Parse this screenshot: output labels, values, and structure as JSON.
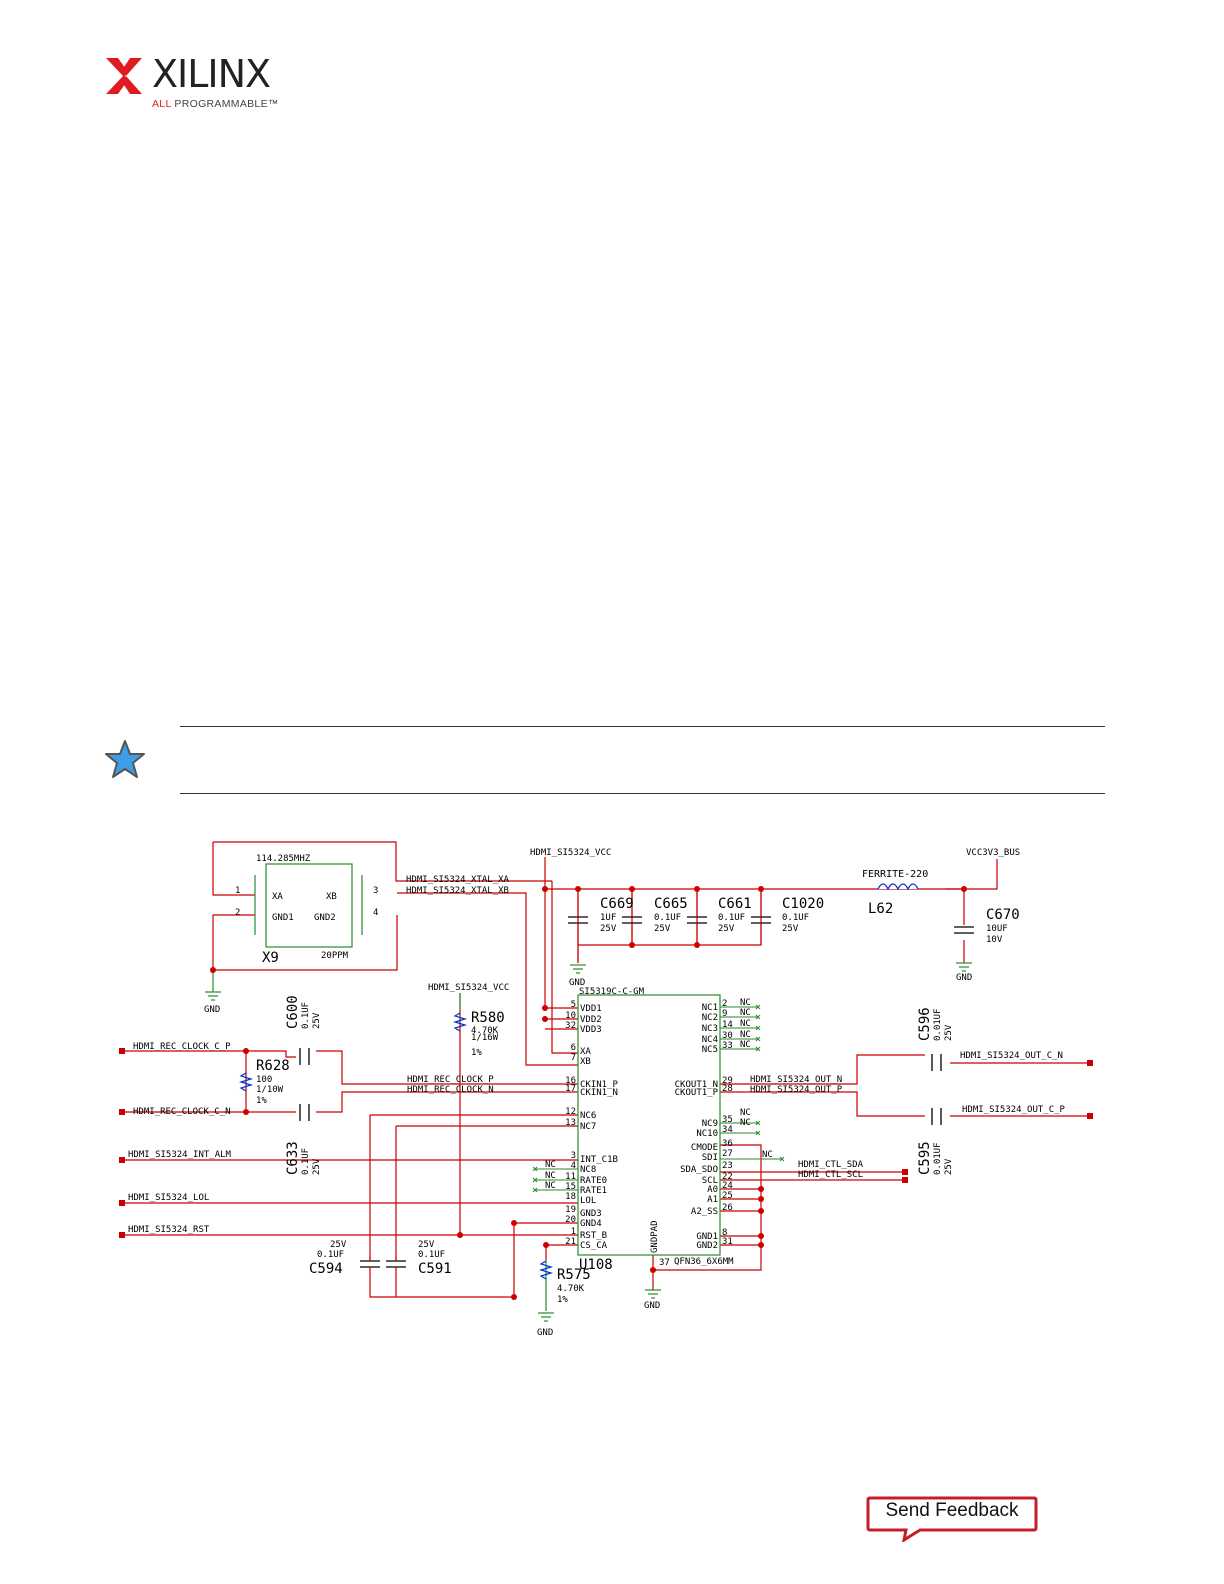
{
  "header": {
    "brand": "XILINX",
    "tagline_prefix": "ALL",
    "tagline_rest": " PROGRAMMABLE",
    "tagline_mark": "™"
  },
  "feedback": {
    "label": "Send Feedback"
  },
  "colors": {
    "wire": "#cc0000",
    "net_green": "#2a8a2a",
    "brand_red": "#e11b22",
    "note_star": "#3d9ee5"
  },
  "schematic": {
    "crystal": {
      "freq": "114.285MHZ",
      "ref": "X9",
      "tol": "20PPM",
      "pin_xa": "XA",
      "pin_xb": "XB",
      "pin_gnd1": "GND1",
      "pin_gnd2": "GND2",
      "p1": "1",
      "p2": "2",
      "p3": "3",
      "p4": "4"
    },
    "nets": {
      "xtal_xa": "HDMI_SI5324_XTAL_XA",
      "xtal_xb": "HDMI_SI5324_XTAL_XB",
      "vcc": "HDMI_SI5324_VCC",
      "vcc2": "HDMI_SI5324_VCC",
      "vcc3v3": "VCC3V3_BUS",
      "rec_clk_p": "HDMI_REC_CLOCK_C_P",
      "rec_clk_n": "HDMI_REC_CLOCK_C_N",
      "rec_clk_p2": "HDMI_REC_CLOCK_P",
      "rec_clk_n2": "HDMI_REC_CLOCK_N",
      "int_alm": "HDMI_SI5324_INT_ALM",
      "lol": "HDMI_SI5324_LOL",
      "rst": "HDMI_SI5324_RST",
      "out_n": "HDMI_SI5324_OUT_N",
      "out_p": "HDMI_SI5324_OUT_P",
      "out_c_n": "HDMI_SI5324_OUT_C_N",
      "out_c_p": "HDMI_SI5324_OUT_C_P",
      "ctl_sda": "HDMI_CTL_SDA",
      "ctl_scl": "HDMI_CTL_SCL",
      "gnd": "GND"
    },
    "caps": {
      "c669": {
        "ref": "C669",
        "v1": "1UF",
        "v2": "25V"
      },
      "c665": {
        "ref": "C665",
        "v1": "0.1UF",
        "v2": "25V"
      },
      "c661": {
        "ref": "C661",
        "v1": "0.1UF",
        "v2": "25V"
      },
      "c1020": {
        "ref": "C1020",
        "v1": "0.1UF",
        "v2": "25V"
      },
      "c670": {
        "ref": "C670",
        "v1": "10UF",
        "v2": "10V"
      },
      "c600": {
        "ref": "C600",
        "v1": "0.1UF",
        "v2": "25V"
      },
      "c633": {
        "ref": "C633",
        "v1": "0.1UF",
        "v2": "25V"
      },
      "c596": {
        "ref": "C596",
        "v1": "0.01UF",
        "v2": "25V"
      },
      "c595": {
        "ref": "C595",
        "v1": "0.01UF",
        "v2": "25V"
      },
      "c594": {
        "ref": "C594",
        "v1": "0.1UF",
        "v2": "25V"
      },
      "c591": {
        "ref": "C591",
        "v1": "0.1UF",
        "v2": "25V"
      }
    },
    "inductor": {
      "ref": "L62",
      "value": "FERRITE-220"
    },
    "resistors": {
      "r580": {
        "ref": "R580",
        "v1": "4.70K",
        "v2": "1/16W",
        "v3": "1%"
      },
      "r628": {
        "ref": "R628",
        "v1": "100",
        "v2": "1/10W",
        "v3": "1%"
      },
      "r575": {
        "ref": "R575",
        "v1": "4.70K",
        "v2": "1%"
      }
    },
    "ic": {
      "part": "SI5319C-C-GM",
      "ref": "U108",
      "pkg": "QFN36_6X6MM",
      "gndpad": "GNDPAD",
      "left_pins": [
        {
          "num": "5",
          "name": "VDD1"
        },
        {
          "num": "10",
          "name": "VDD2"
        },
        {
          "num": "32",
          "name": "VDD3"
        },
        {
          "num": "6",
          "name": "XA"
        },
        {
          "num": "7",
          "name": "XB"
        },
        {
          "num": "16",
          "name": "CKIN1_P"
        },
        {
          "num": "17",
          "name": "CKIN1_N"
        },
        {
          "num": "12",
          "name": "NC6"
        },
        {
          "num": "13",
          "name": "NC7"
        },
        {
          "num": "3",
          "name": "INT_C1B"
        },
        {
          "num": "4",
          "name": "NC8"
        },
        {
          "num": "11",
          "name": "RATE0"
        },
        {
          "num": "15",
          "name": "RATE1"
        },
        {
          "num": "18",
          "name": "LOL"
        },
        {
          "num": "19",
          "name": "GND3"
        },
        {
          "num": "20",
          "name": "GND4"
        },
        {
          "num": "1",
          "name": "RST_B"
        },
        {
          "num": "21",
          "name": "CS_CA"
        }
      ],
      "right_pins": [
        {
          "num": "2",
          "name": "NC1"
        },
        {
          "num": "9",
          "name": "NC2"
        },
        {
          "num": "14",
          "name": "NC3"
        },
        {
          "num": "30",
          "name": "NC4"
        },
        {
          "num": "33",
          "name": "NC5"
        },
        {
          "num": "29",
          "name": "CKOUT1_N"
        },
        {
          "num": "28",
          "name": "CKOUT1_P"
        },
        {
          "num": "35",
          "name": "NC9"
        },
        {
          "num": "34",
          "name": "NC10"
        },
        {
          "num": "36",
          "name": "CMODE"
        },
        {
          "num": "27",
          "name": "SDI"
        },
        {
          "num": "23",
          "name": "SDA_SDO"
        },
        {
          "num": "22",
          "name": "SCL"
        },
        {
          "num": "24",
          "name": "A0"
        },
        {
          "num": "25",
          "name": "A1"
        },
        {
          "num": "26",
          "name": "A2_SS"
        },
        {
          "num": "8",
          "name": "GND1"
        },
        {
          "num": "31",
          "name": "GND2"
        },
        {
          "num": "37",
          "name": "GNDPAD"
        }
      ],
      "nc": "NC"
    }
  }
}
